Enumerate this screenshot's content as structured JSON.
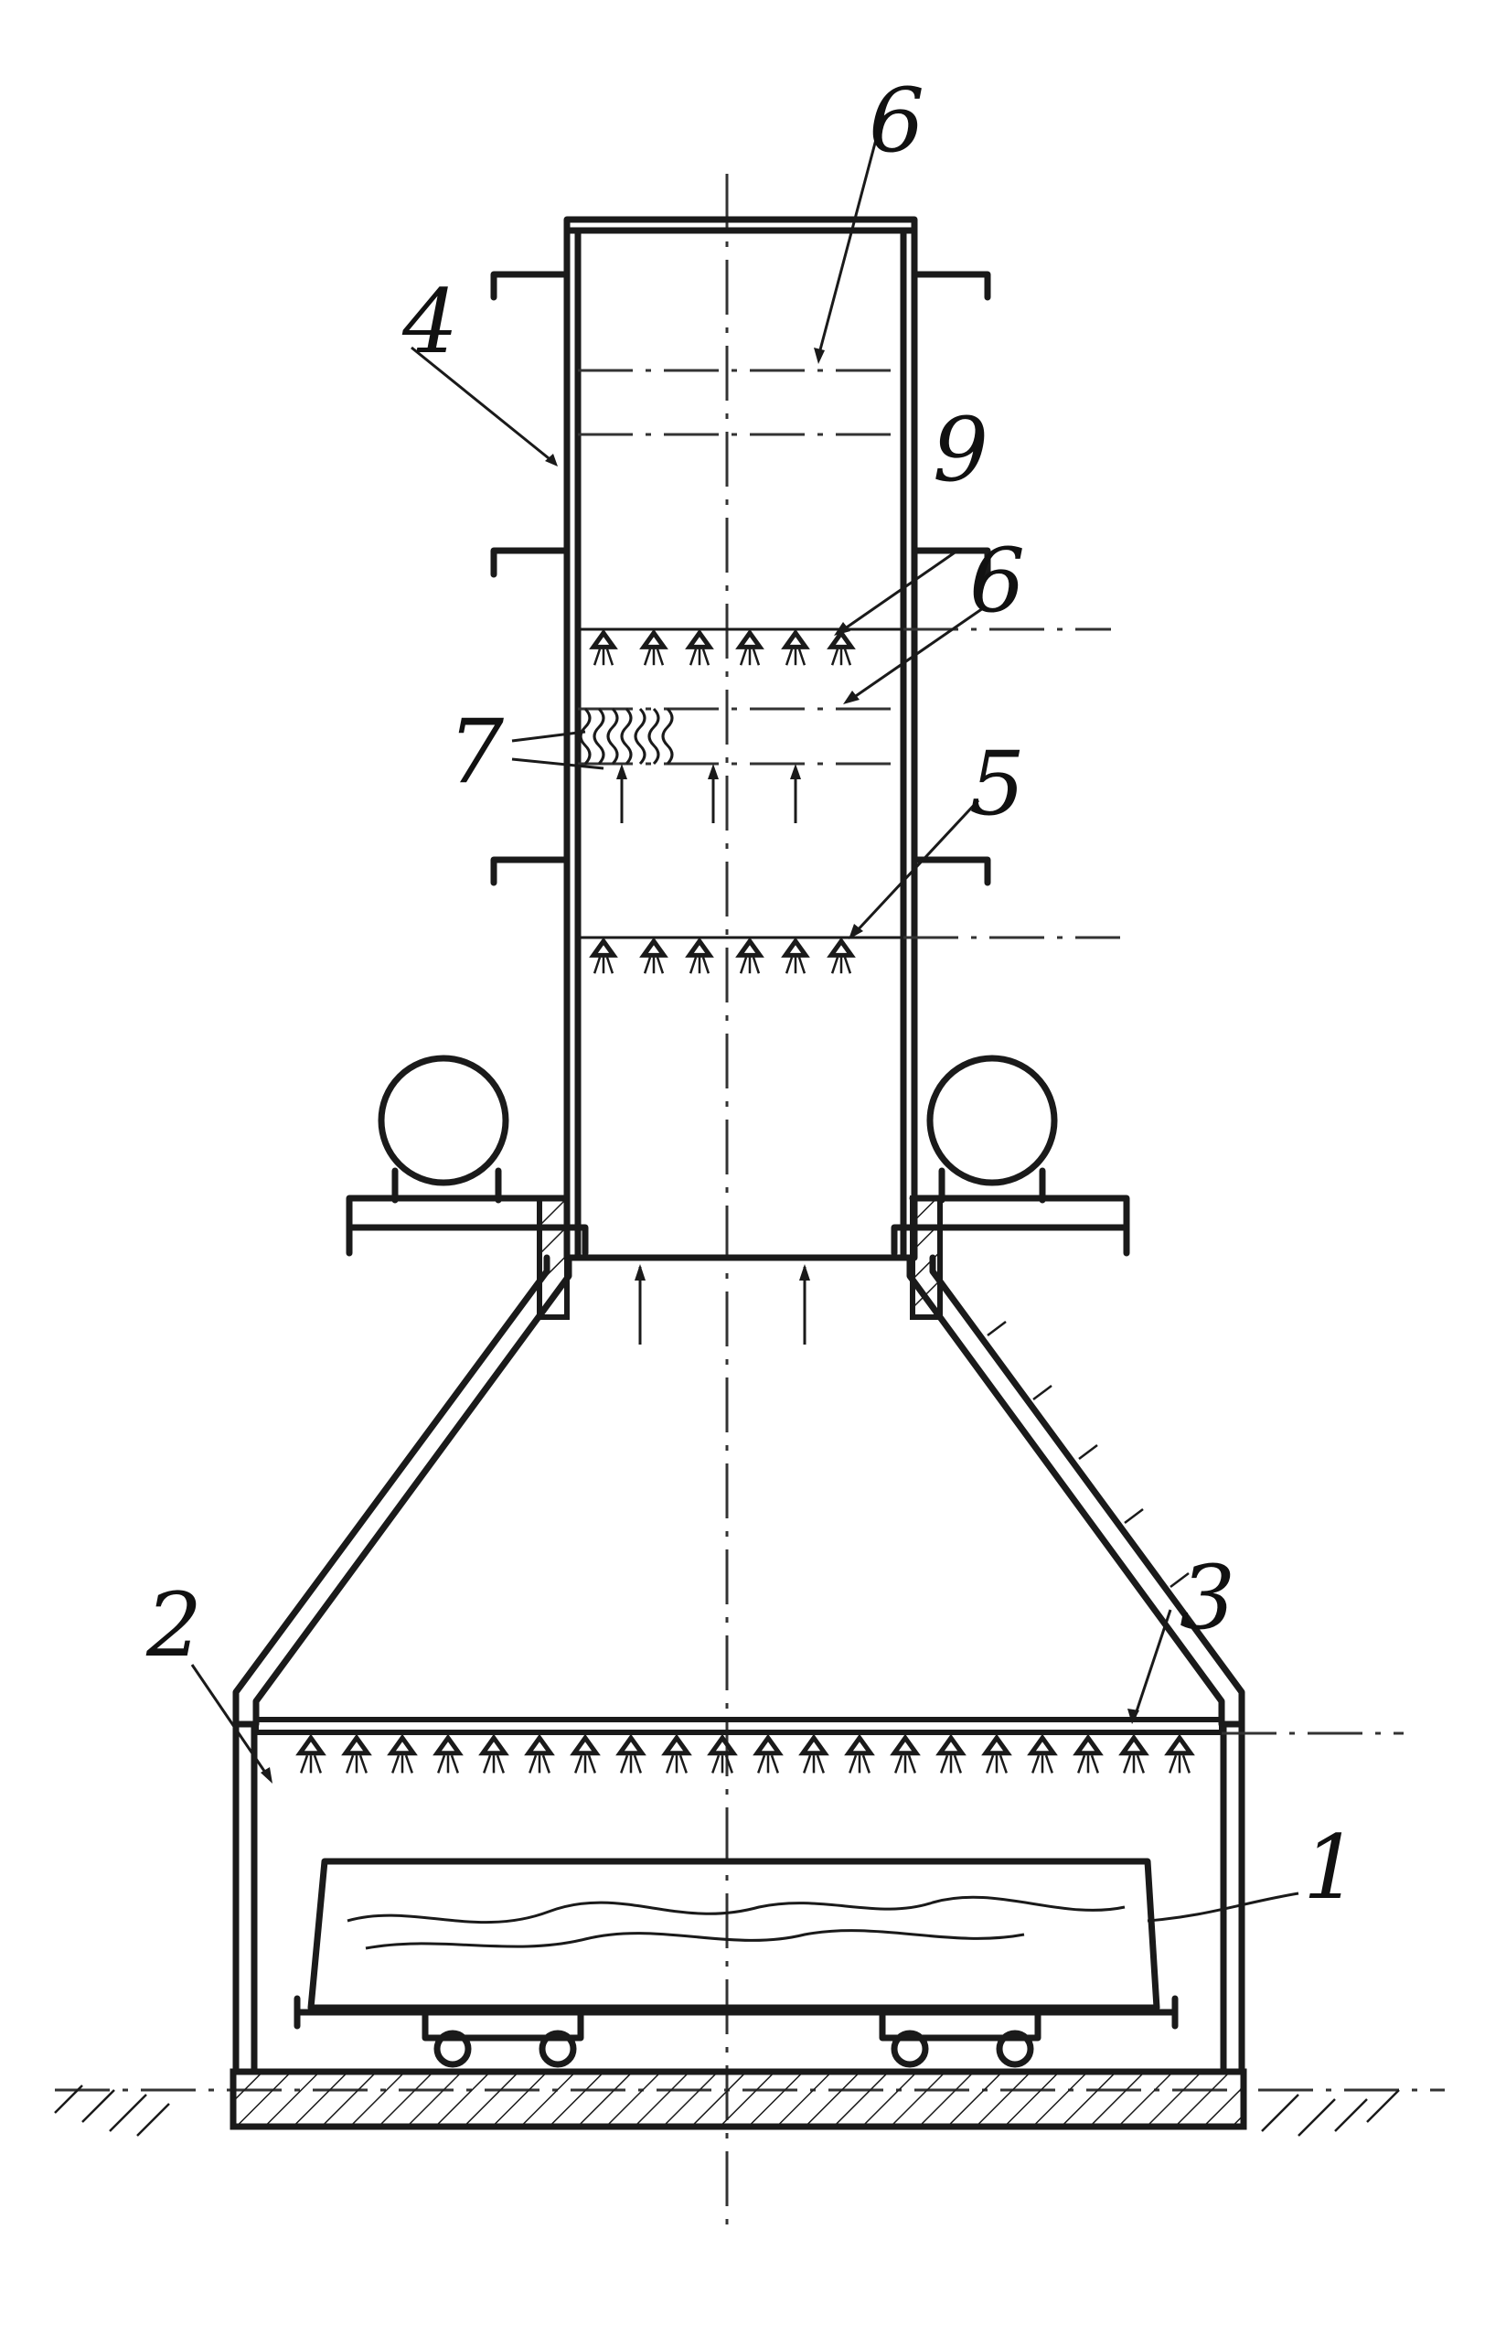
{
  "labels": {
    "l1": "1",
    "l2": "2",
    "l3": "3",
    "l4": "4",
    "l5": "5",
    "l6a": "6",
    "l6b": "6",
    "l7": "7",
    "l9": "9"
  },
  "colors": {
    "ink": "#1a1a1a",
    "paper": "#ffffff"
  }
}
